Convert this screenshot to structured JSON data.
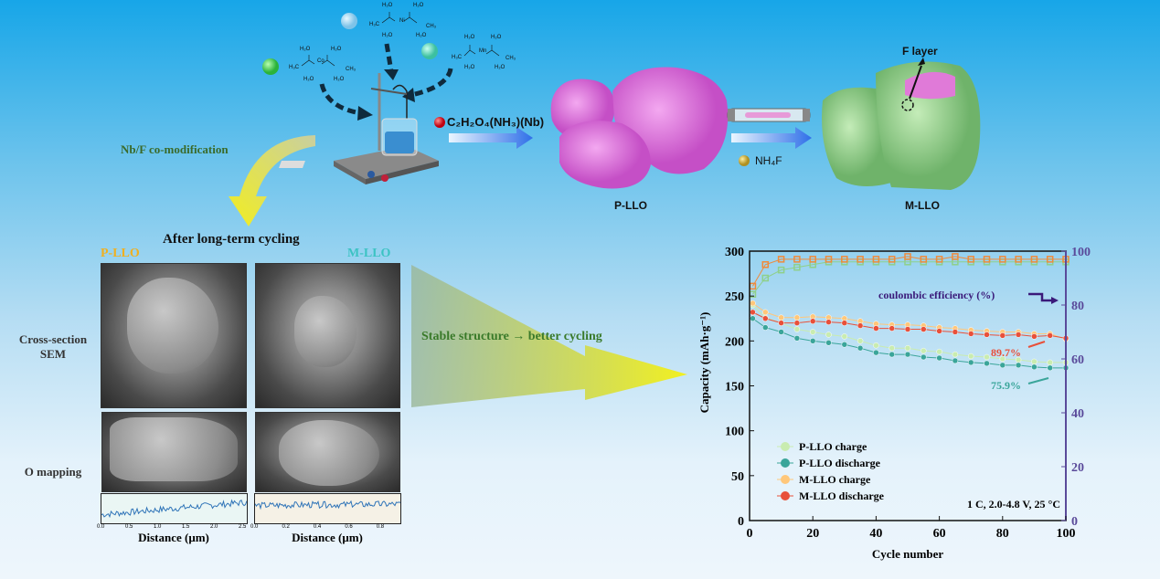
{
  "synthesis": {
    "molecules": [
      {
        "metal": "Co",
        "water": "H₂O",
        "methyl_left": "H₃C",
        "methyl_right": "CH₃"
      },
      {
        "metal": "Ni",
        "water": "H₂O",
        "methyl_left": "H₃C",
        "methyl_right": "CH₃"
      },
      {
        "metal": "Mn",
        "water": "H₂O",
        "methyl_left": "H₃C",
        "methyl_right": "CH₃"
      }
    ],
    "nb_reagent": "C₂H₂O₄(NH₃)(Nb)",
    "f_reagent": "NH₄F",
    "modification_label": "Nb/F co-modification",
    "pristine_label": "P-LLO",
    "modified_label": "M-LLO",
    "f_layer_label": "F layer",
    "colors": {
      "pristine_particle": "#e27ae0",
      "modified_particle": "#9ed99a",
      "arrow_dark": "#0f2a3c"
    }
  },
  "sem_panel": {
    "title": "After long-term cycling",
    "col_labels": [
      "P-LLO",
      "M-LLO"
    ],
    "col_colors": [
      "#f0b020",
      "#3cc3c3"
    ],
    "row_labels": [
      "Cross-section SEM",
      "O mapping"
    ],
    "profiles": [
      {
        "xlabel": "Distance (μm)",
        "ticks": [
          "0.0",
          "0.5",
          "1.0",
          "1.5",
          "2.0",
          "2.5"
        ]
      },
      {
        "xlabel": "Distance (μm)",
        "ticks": [
          "0.0",
          "0.2",
          "0.4",
          "0.6",
          "0.8"
        ]
      }
    ]
  },
  "transition_label": "Stable structure → better cycling",
  "chart_data": {
    "type": "scatter",
    "xlabel": "Cycle number",
    "ylabel": "Capacity (mAh·g⁻¹)",
    "y2label": "coulombic efficiency (%)",
    "xlim": [
      0,
      100
    ],
    "ylim": [
      0,
      300
    ],
    "y2lim": [
      0,
      100
    ],
    "xticks": [
      "0",
      "20",
      "40",
      "60",
      "80",
      "100"
    ],
    "yticks": [
      "0",
      "50",
      "100",
      "150",
      "200",
      "250",
      "300"
    ],
    "y2ticks": [
      "0",
      "20",
      "40",
      "60",
      "80",
      "100"
    ],
    "x": [
      1,
      5,
      10,
      15,
      20,
      25,
      30,
      35,
      40,
      45,
      50,
      55,
      60,
      65,
      70,
      75,
      80,
      85,
      90,
      95,
      100
    ],
    "series": [
      {
        "name": "P-LLO charge",
        "color": "#c9ecb0",
        "axis": "left",
        "values": [
          240,
          226,
          220,
          213,
          210,
          207,
          205,
          200,
          195,
          192,
          192,
          189,
          188,
          185,
          183,
          182,
          180,
          179,
          177,
          176,
          176
        ]
      },
      {
        "name": "P-LLO discharge",
        "color": "#3aa59a",
        "axis": "left",
        "values": [
          225,
          215,
          210,
          203,
          200,
          198,
          196,
          192,
          187,
          185,
          185,
          182,
          181,
          178,
          176,
          175,
          173,
          173,
          171,
          170,
          170
        ]
      },
      {
        "name": "M-LLO charge",
        "color": "#ffc77a",
        "axis": "left",
        "values": [
          242,
          232,
          226,
          226,
          227,
          226,
          225,
          222,
          219,
          218,
          218,
          217,
          215,
          214,
          212,
          211,
          210,
          210,
          208,
          208,
          202
        ]
      },
      {
        "name": "M-LLO discharge",
        "color": "#e8503a",
        "axis": "left",
        "values": [
          232,
          225,
          220,
          220,
          222,
          221,
          220,
          217,
          214,
          214,
          213,
          213,
          211,
          210,
          208,
          207,
          206,
          207,
          205,
          206,
          203
        ]
      },
      {
        "name": "P-LLO coulombic efficiency",
        "color": "#8fd08a",
        "axis": "right",
        "values": [
          84,
          90,
          93,
          94,
          95,
          96,
          96,
          96,
          96,
          96,
          96,
          96,
          96,
          96,
          96,
          96,
          96,
          96,
          96,
          96,
          96
        ]
      },
      {
        "name": "M-LLO coulombic efficiency",
        "color": "#f08a3a",
        "axis": "right",
        "values": [
          87,
          95,
          97,
          97,
          97,
          97,
          97,
          97,
          97,
          97,
          98,
          97,
          97,
          98,
          97,
          97,
          97,
          97,
          97,
          97,
          97
        ]
      }
    ],
    "legend": [
      "P-LLO charge",
      "P-LLO discharge",
      "M-LLO charge",
      "M-LLO discharge"
    ],
    "legend_position": "bottom-left",
    "annotations": {
      "m_retention": "89.7%",
      "p_retention": "75.9%",
      "conditions": "1 C, 2.0-4.8 V, 25 °C"
    }
  }
}
